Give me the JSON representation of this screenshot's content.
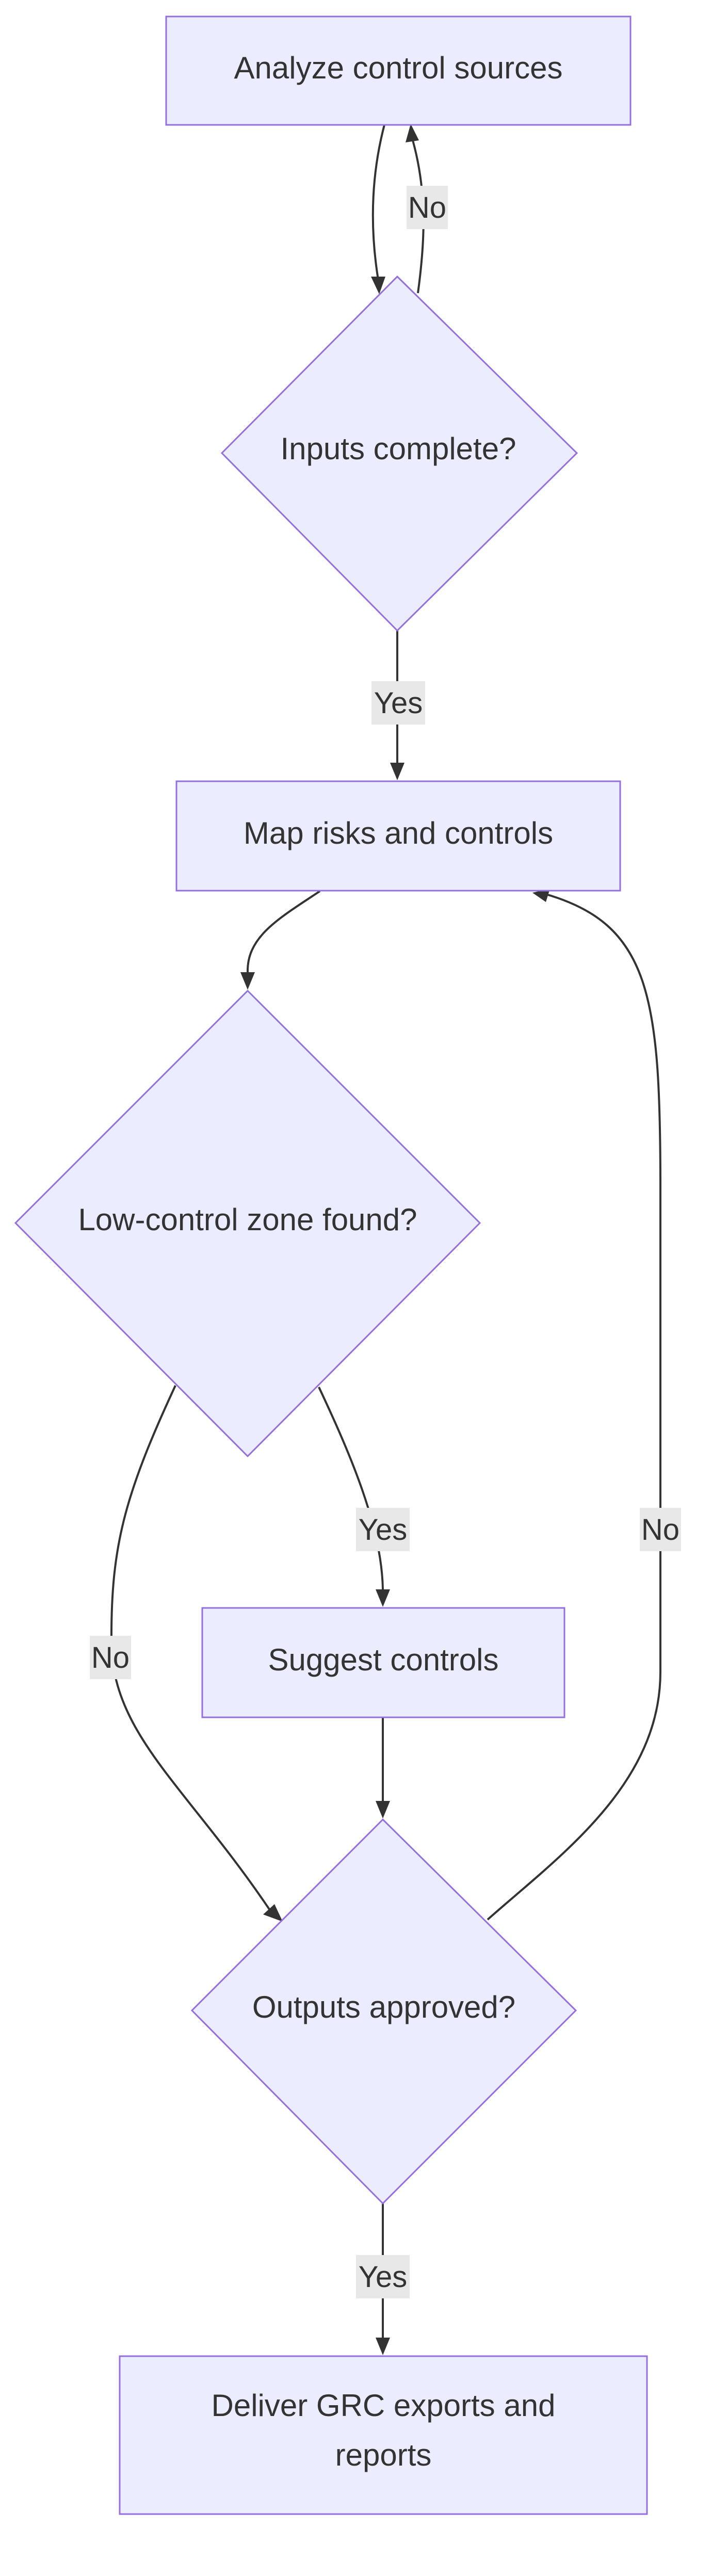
{
  "nodes": {
    "analyze": {
      "label": "Analyze control sources"
    },
    "inputs_complete": {
      "label": "Inputs complete?"
    },
    "map_risks": {
      "label": "Map risks and controls"
    },
    "low_control": {
      "label": "Low-control zone found?"
    },
    "suggest": {
      "label": "Suggest controls"
    },
    "outputs_approved": {
      "label": "Outputs approved?"
    },
    "deliver": {
      "label_line1": "Deliver GRC exports and",
      "label_line2": "reports"
    }
  },
  "edges": {
    "inputs_no": {
      "label": "No"
    },
    "inputs_yes": {
      "label": "Yes"
    },
    "lowcontrol_yes": {
      "label": "Yes"
    },
    "lowcontrol_no": {
      "label": "No"
    },
    "outputs_no": {
      "label": "No"
    },
    "outputs_yes": {
      "label": "Yes"
    }
  },
  "colors": {
    "node_fill": "#ECECFF",
    "node_stroke": "#9370DB",
    "edge": "#333333",
    "edge_label_bg": "#E8E8E8"
  }
}
